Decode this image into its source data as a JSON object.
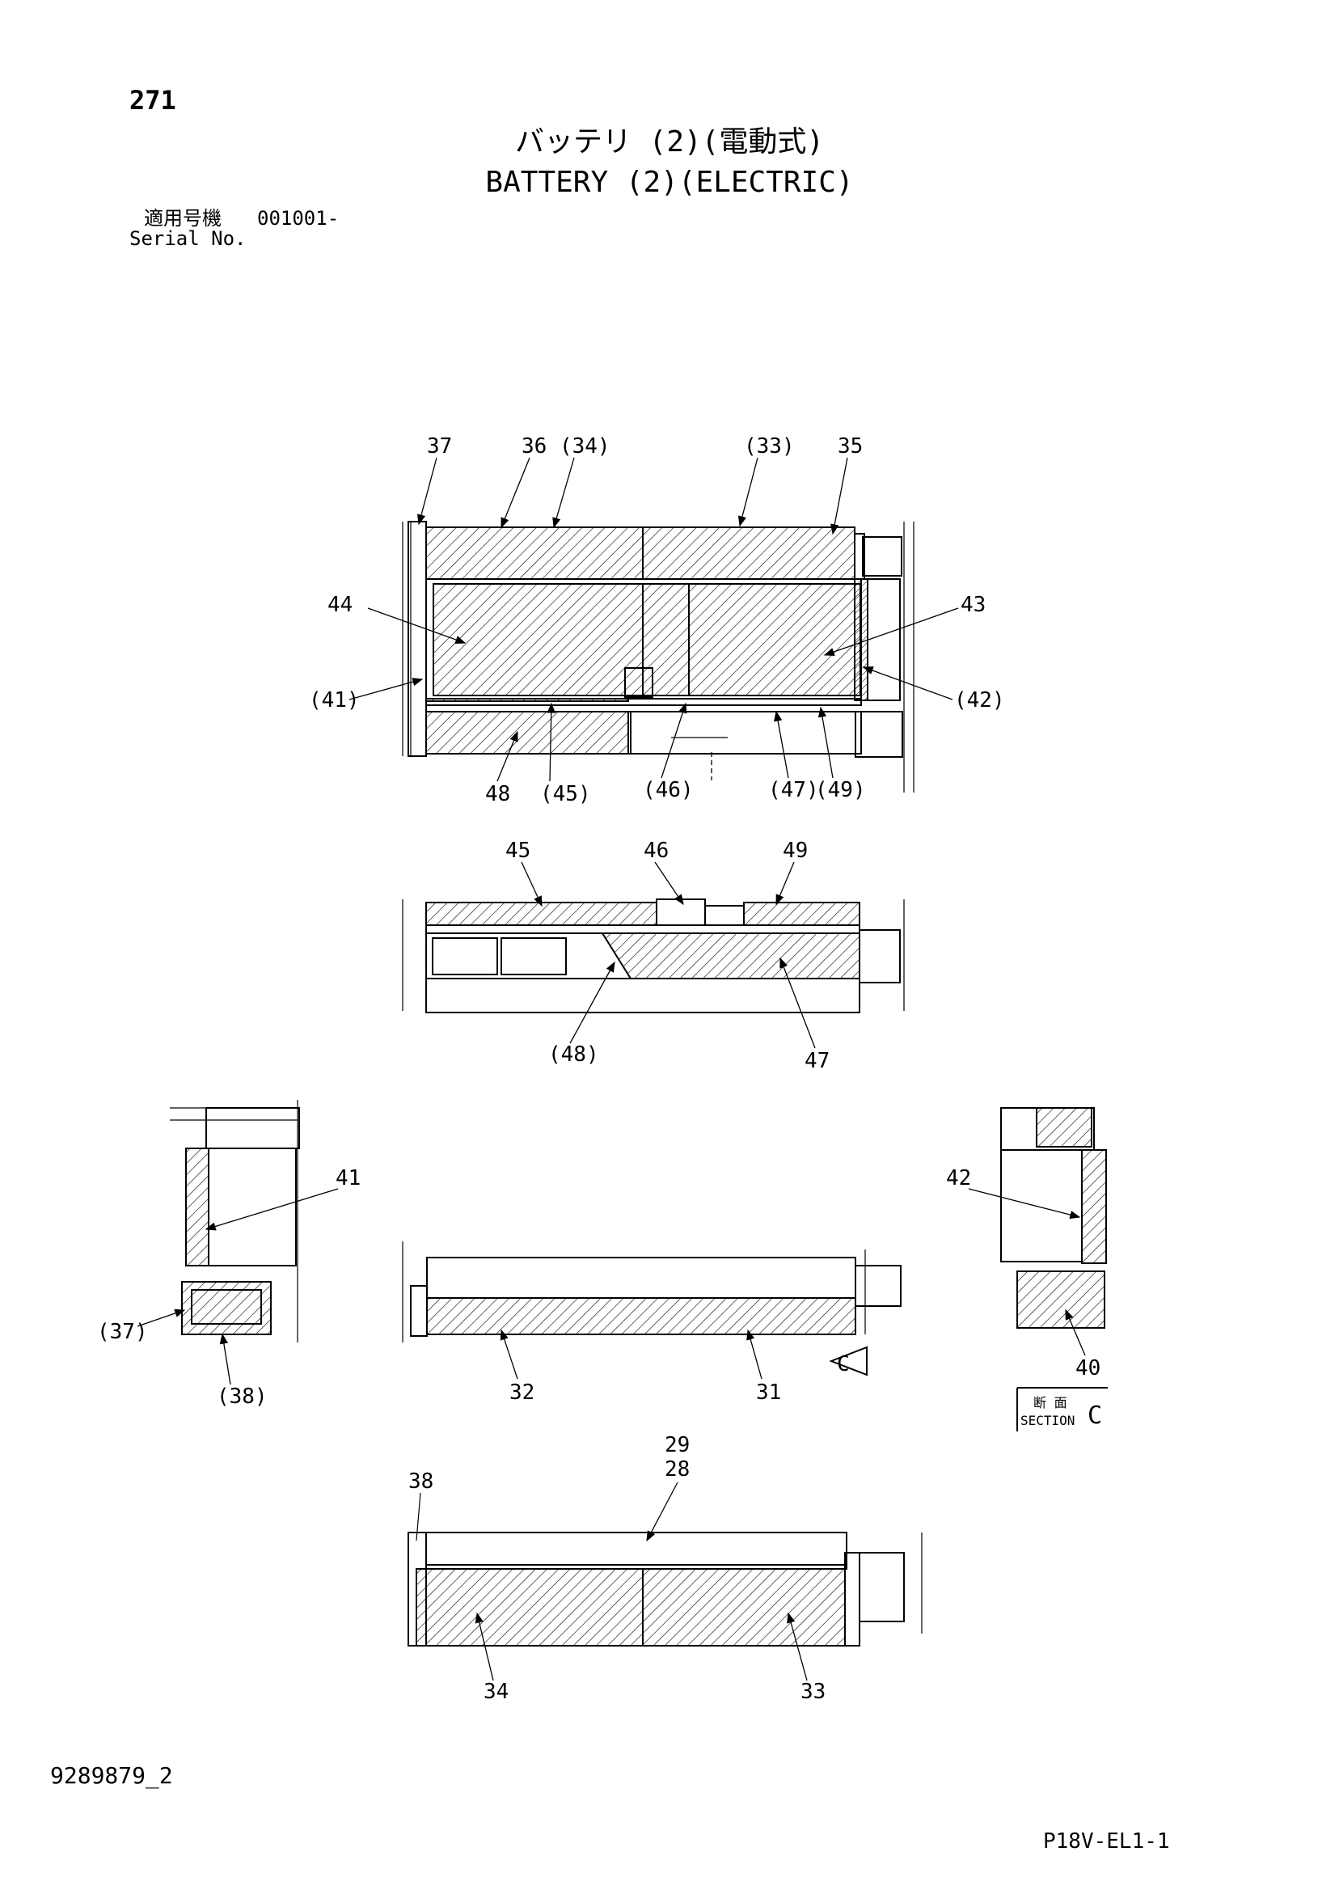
{
  "header": {
    "page_number": "271",
    "title_jp": "バッテリ (2)(電動式)",
    "title_en": "BATTERY (2)(ELECTRIC)",
    "serial_label_jp": "適用号機",
    "serial_value": "001001-",
    "serial_label_en": "Serial No."
  },
  "callouts": {
    "top_view": [
      "37",
      "36 (34)",
      "(33)",
      "35",
      "44",
      "43",
      "(41)",
      "(42)",
      "48",
      "(45)",
      "(46)",
      "(47)",
      "(49)"
    ],
    "middle_view": [
      "45",
      "46",
      "49",
      "(48)",
      "47"
    ],
    "left_detail": [
      "41",
      "(37)",
      "(38)"
    ],
    "front_view": [
      "32",
      "31",
      "C"
    ],
    "right_detail": [
      "42",
      "40"
    ],
    "bottom_view": [
      "29",
      "28",
      "38",
      "34",
      "33"
    ]
  },
  "section": {
    "label_jp": "断 面",
    "label_en": "SECTION",
    "letter": "C"
  },
  "footer": {
    "doc_id": "9289879_2",
    "page_code": "P18V-EL1-1"
  }
}
